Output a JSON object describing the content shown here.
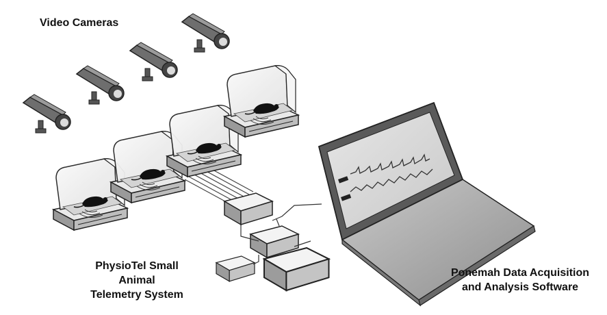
{
  "labels": {
    "video_cameras": "Video Cameras",
    "telemetry_line1": "PhysioTel Small Animal",
    "telemetry_line2": "Telemetry System",
    "software_line1": "Ponemah Data Acquisition",
    "software_line2": "and Analysis Software"
  },
  "colors": {
    "outline": "#222222",
    "camera_body": "#6e6e6e",
    "camera_dark": "#3a3a3a",
    "cage_glass": "#f2f2f2",
    "cage_base": "#bdbdbd",
    "screen": "#d9d9d9",
    "laptop": "#8a8a8a"
  },
  "icons": [
    "video-camera-icon",
    "cage-icon",
    "rat-icon",
    "receiver-icon",
    "laptop-icon"
  ]
}
